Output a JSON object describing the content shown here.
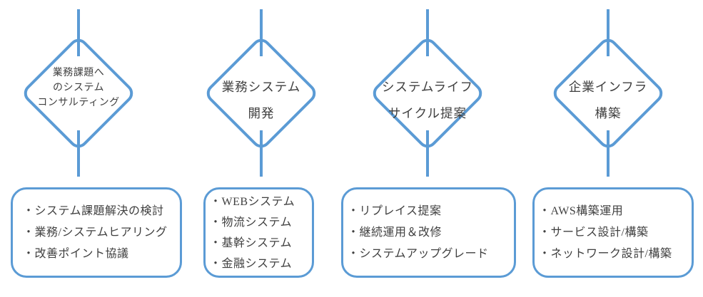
{
  "palette": {
    "accent": "#5b9bd5",
    "text": "#404040",
    "background": "#ffffff"
  },
  "columns": [
    {
      "diamond_title_lines": [
        "業務課題へ",
        "のシステム",
        "コンサルティング"
      ],
      "detail_items": [
        "・システム課題解決の検討",
        "・業務/システムヒアリング",
        "・改善ポイント協議"
      ]
    },
    {
      "diamond_title_lines": [
        "業務システム",
        "開発"
      ],
      "detail_items": [
        "・WEBシステム",
        "・物流システム",
        "・基幹システム",
        "・金融システム"
      ]
    },
    {
      "diamond_title_lines": [
        "システムライフ",
        "サイクル提案"
      ],
      "detail_items": [
        "・リプレイス提案",
        "・継続運用＆改修",
        "・システムアップグレード"
      ]
    },
    {
      "diamond_title_lines": [
        "企業インフラ",
        "構築"
      ],
      "detail_items": [
        "・AWS構築運用",
        "・サービス設計/構築",
        "・ネットワーク設計/構築"
      ]
    }
  ]
}
